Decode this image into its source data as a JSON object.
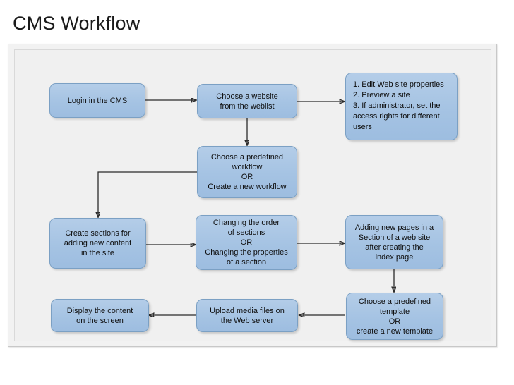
{
  "slide": {
    "title": "CMS Workflow",
    "background_color": "#ffffff",
    "frame_color": "#f1f1f1",
    "node_fill": "#a8c6e5",
    "node_border": "#7ba0c4",
    "connector_color": "#2b2b2b"
  },
  "diagram": {
    "type": "flowchart",
    "nodes": [
      {
        "id": "login",
        "label": "Login in the CMS"
      },
      {
        "id": "choose-site",
        "label": "Choose a website\nfrom the weblist"
      },
      {
        "id": "site-actions",
        "label": "1. Edit Web site properties\n2. Preview a site\n3. If administrator, set the\naccess rights for different\nusers"
      },
      {
        "id": "workflow",
        "label": "Choose a predefined\nworkflow\nOR\nCreate a new workflow"
      },
      {
        "id": "sections",
        "label": "Create sections for\nadding new content\nin the site"
      },
      {
        "id": "order",
        "label": "Changing the order\nof sections\nOR\nChanging the properties\nof a section"
      },
      {
        "id": "add-pages",
        "label": "Adding new pages in a\nSection of a web site\nafter creating the\nindex page"
      },
      {
        "id": "template",
        "label": "Choose a predefined\ntemplate\nOR\ncreate a new template"
      },
      {
        "id": "upload",
        "label": "Upload media files on\nthe Web server"
      },
      {
        "id": "display",
        "label": "Display the content\non the screen"
      }
    ],
    "edges": [
      {
        "from": "login",
        "to": "choose-site"
      },
      {
        "from": "choose-site",
        "to": "site-actions"
      },
      {
        "from": "choose-site",
        "to": "workflow"
      },
      {
        "from": "workflow",
        "to": "sections"
      },
      {
        "from": "sections",
        "to": "order"
      },
      {
        "from": "order",
        "to": "add-pages"
      },
      {
        "from": "add-pages",
        "to": "template"
      },
      {
        "from": "template",
        "to": "upload"
      },
      {
        "from": "upload",
        "to": "display"
      }
    ]
  }
}
